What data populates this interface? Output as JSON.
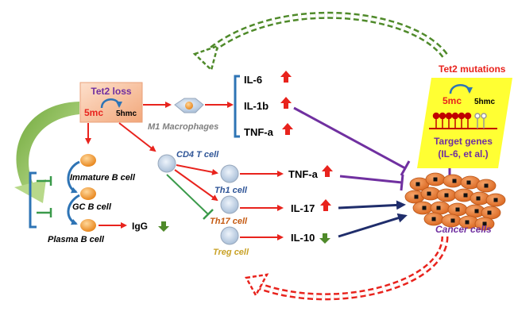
{
  "colors": {
    "red": "#e8231d",
    "green": "#4f8a2a",
    "light_green": "#8ec63f",
    "purple": "#7030a0",
    "navy": "#1f2d6b",
    "blue_bracket": "#2e74b5",
    "yellow_box": "#ffff33",
    "cell_orange": "#e87a2a",
    "nucleus_orange": "#f4a23c",
    "cell_blue": "#c8d8ea",
    "tet2_box": "#f8c8a8",
    "olive_text": "#c9a227",
    "orange_text": "#c55a11",
    "grey_text": "#7f7f7f",
    "blue_text": "#2f5597"
  },
  "tet2_loss": {
    "title": "Tet2 loss",
    "left": "5mc",
    "right": "5hmc"
  },
  "tet2_mutations": {
    "title": "Tet2 mutations",
    "left": "5mc",
    "right": "5hmc",
    "target_line1": "Target genes",
    "target_line2": "(IL-6, et al.)"
  },
  "macrophage": {
    "label": "M1 Macrophages"
  },
  "cytokines_m1": [
    {
      "label": "IL-6",
      "arrow": "up"
    },
    {
      "label": "IL-1b",
      "arrow": "up"
    },
    {
      "label": "TNF-a",
      "arrow": "up"
    }
  ],
  "b_cells": {
    "immature": "Immature B cell",
    "gc": "GC B cell",
    "plasma": "Plasma B cell",
    "igg": "IgG",
    "igg_arrow": "down"
  },
  "t_cells": {
    "cd4": "CD4 T cell",
    "th1": "Th1 cell",
    "th17": "Th17 cell",
    "treg": "Treg cell"
  },
  "t_cytokines": [
    {
      "label": "TNF-a",
      "arrow": "up"
    },
    {
      "label": "IL-17",
      "arrow": "up"
    },
    {
      "label": "IL-10",
      "arrow": "down"
    }
  ],
  "cancer": {
    "label": "Cancer cells"
  }
}
